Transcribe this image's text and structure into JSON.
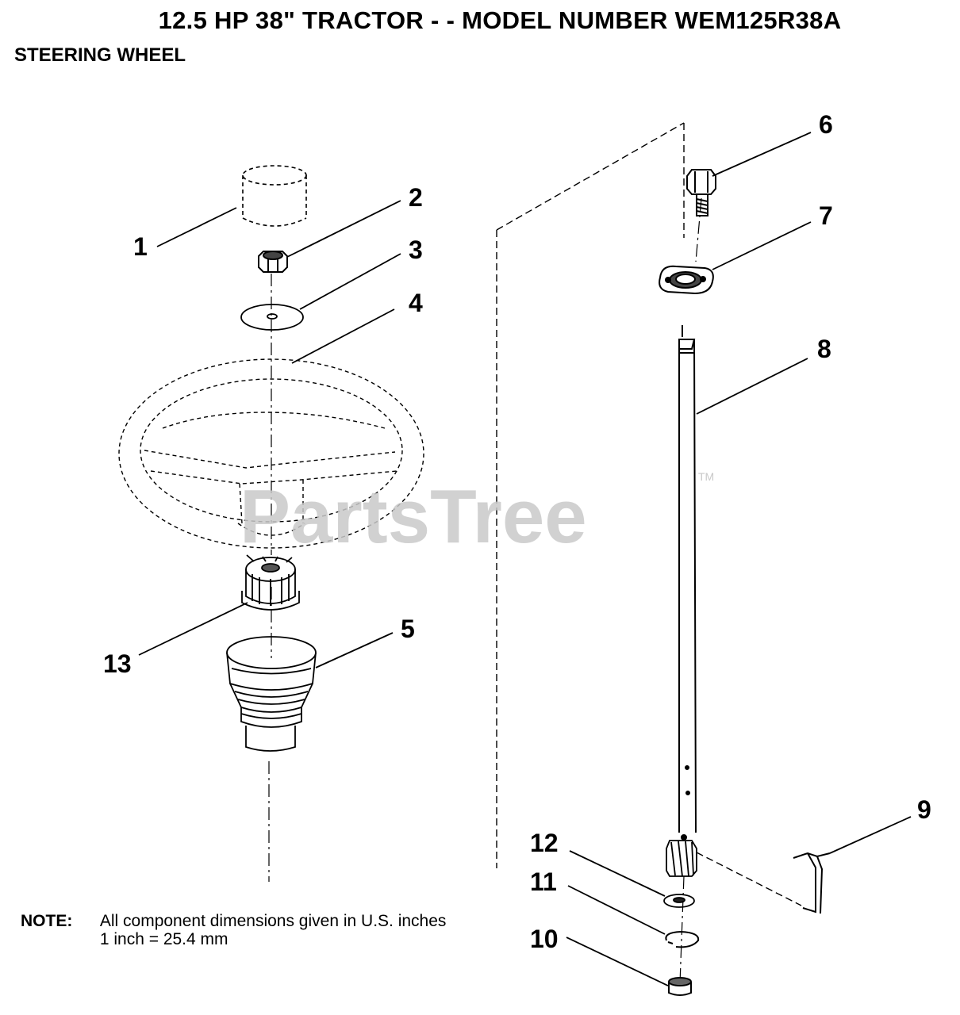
{
  "header": {
    "title": "12.5 HP 38\" TRACTOR - - MODEL NUMBER WEM125R38A",
    "subtitle": "STEERING WHEEL"
  },
  "callouts": [
    "1",
    "2",
    "3",
    "4",
    "5",
    "6",
    "7",
    "8",
    "9",
    "10",
    "11",
    "12",
    "13"
  ],
  "watermark": {
    "text": "PartsTree",
    "tm": "TM"
  },
  "note": {
    "label": "NOTE:",
    "line1": "All component dimensions given in U.S. inches",
    "line2": "1 inch = 25.4 mm"
  },
  "colors": {
    "ink": "#000000",
    "watermark": "#c9c9c9",
    "background": "#ffffff"
  }
}
